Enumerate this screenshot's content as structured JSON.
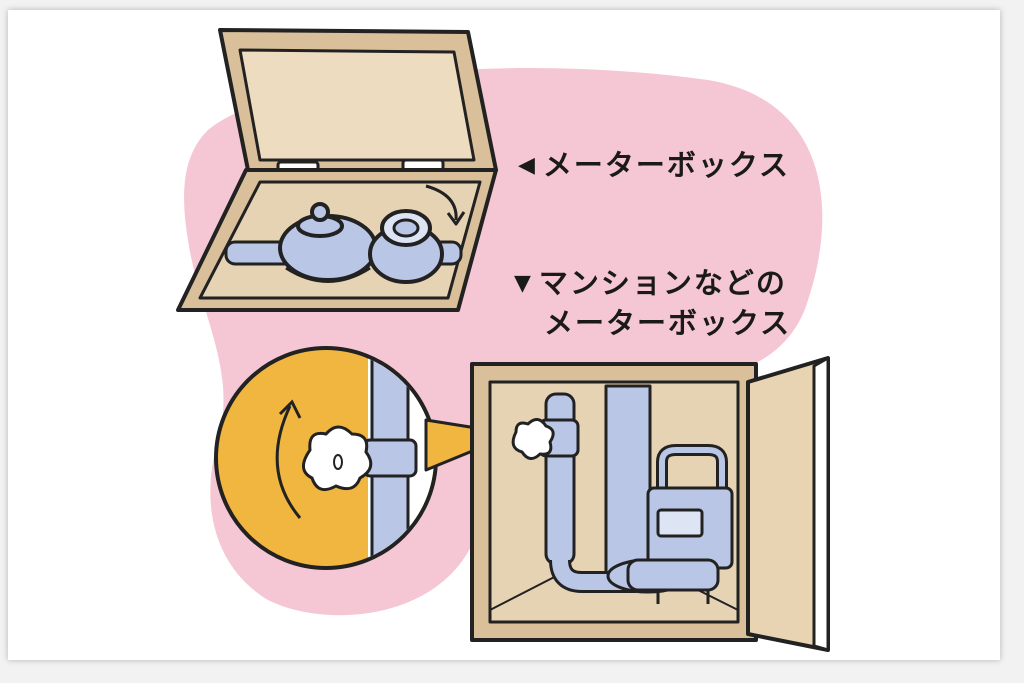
{
  "labels": {
    "ground_box": "メーターボックス",
    "mansion_box_line1": "マンションなどの",
    "mansion_box_line2": "メーターボックス"
  },
  "icons": {
    "ground_box_marker": "◀",
    "mansion_box_marker": "▼"
  },
  "colors": {
    "pink_blob": "#f5c6d3",
    "box_wood": "#d9bf9a",
    "box_inner": "#e6d3b3",
    "pipe_blue": "#b9c6e6",
    "zoom_orange": "#f0b640",
    "outline": "#222222"
  }
}
